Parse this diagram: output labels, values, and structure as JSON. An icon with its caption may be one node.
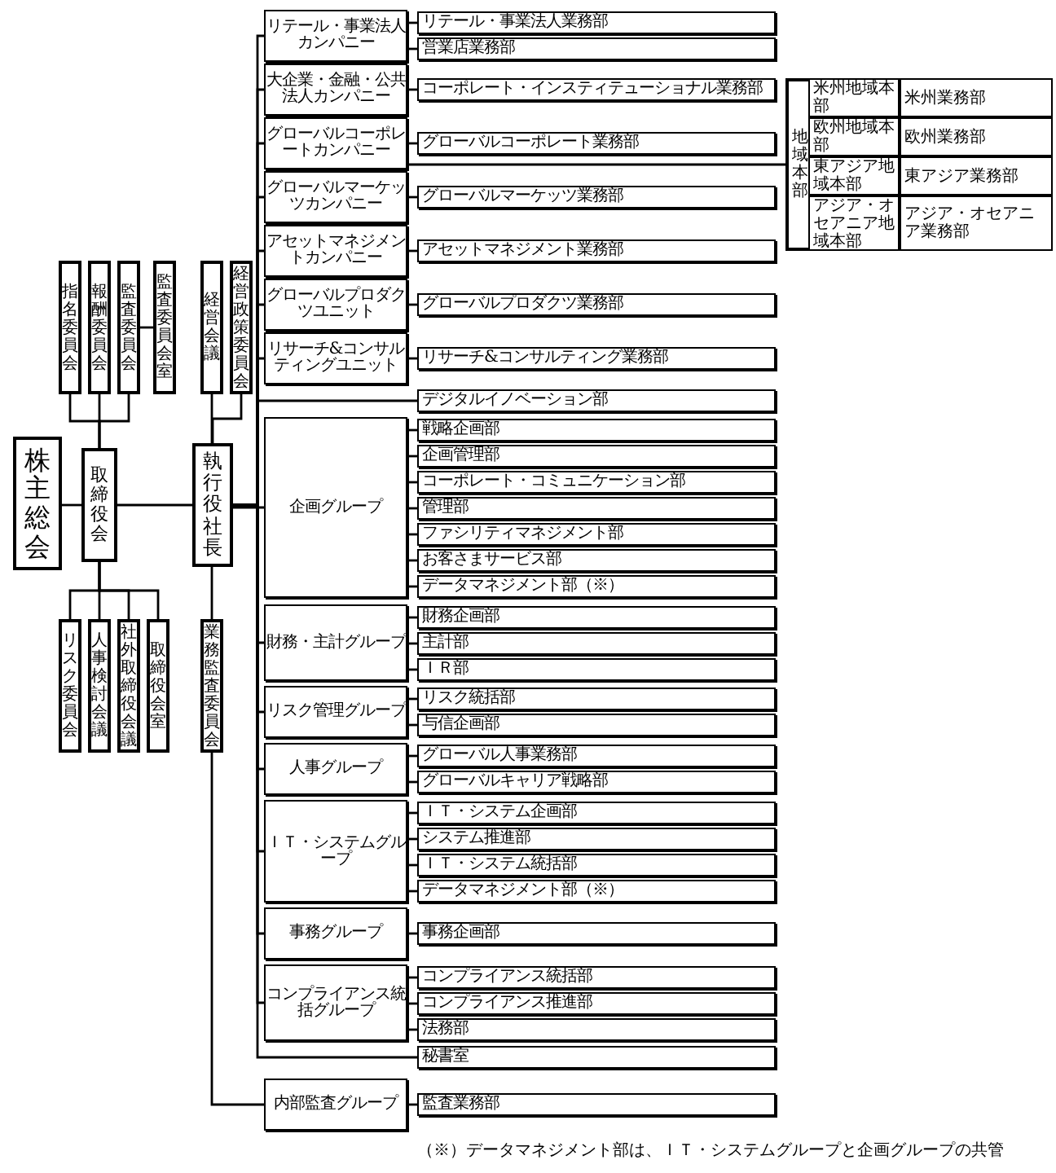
{
  "diagram": {
    "nodes": [
      {
        "text": [
          "株主総会"
        ]
      },
      {
        "text": [
          "取締役会"
        ]
      },
      {
        "text": [
          "指名委員会"
        ]
      },
      {
        "text": [
          "報酬委員会"
        ]
      },
      {
        "text": [
          "監査委員会"
        ]
      },
      {
        "text": [
          "監査委員会室"
        ]
      },
      {
        "text": [
          "リスク委員会"
        ]
      },
      {
        "text": [
          "人事検討会議"
        ]
      },
      {
        "text": [
          "社外取締役会議"
        ]
      },
      {
        "text": [
          "取締役会室"
        ]
      },
      {
        "text": [
          "執行役社長"
        ]
      },
      {
        "text": [
          "経営会議"
        ]
      },
      {
        "text": [
          "経営政策委員会"
        ]
      },
      {
        "text": [
          "業務監査委員会"
        ]
      },
      {
        "text": [
          "リテール・事業法人カンパニー"
        ]
      },
      {
        "text": [
          "リテール・事業法人業務部"
        ]
      },
      {
        "text": [
          "営業店業務部"
        ]
      },
      {
        "text": [
          "大企業・金融・公共法人カンパニー"
        ]
      },
      {
        "text": [
          "コーポレート・インスティテューショナル業務部"
        ]
      },
      {
        "text": [
          "グローバルコーポレートカンパニー"
        ]
      },
      {
        "text": [
          "グローバルコーポレート業務部"
        ]
      },
      {
        "text": [
          "地域本部"
        ]
      },
      {
        "text": [
          "米州地域本部"
        ],
        "in": 21
      },
      {
        "text": [
          "米州業務部"
        ],
        "in": 21
      },
      {
        "text": [
          "欧州地域本部"
        ],
        "in": 21
      },
      {
        "text": [
          "欧州業務部"
        ],
        "in": 21
      },
      {
        "text": [
          "東アジア地域本部"
        ],
        "in": 21
      },
      {
        "text": [
          "東アジア業務部"
        ],
        "in": 21
      },
      {
        "text": [
          "アジア・オセアニア地域本部"
        ],
        "in": 21
      },
      {
        "text": [
          "アジア・オセアニア業務部"
        ],
        "in": 21
      },
      {
        "text": [
          "グローバルマーケッツカンパニー"
        ]
      },
      {
        "text": [
          "グローバルマーケッツ業務部"
        ]
      },
      {
        "text": [
          "アセットマネジメントカンパニー"
        ]
      },
      {
        "text": [
          "アセットマネジメント業務部"
        ]
      },
      {
        "text": [
          "グローバルプロダクツユニット"
        ]
      },
      {
        "text": [
          "グローバルプロダクツ業務部"
        ]
      },
      {
        "text": [
          "リサーチ&コンサルティングユニット"
        ]
      },
      {
        "text": [
          "リサーチ&コンサルティング業務部"
        ]
      },
      {
        "text": [
          "デジタルイノベーション部"
        ]
      },
      {
        "text": [
          "企画グループ"
        ]
      },
      {
        "text": [
          "戦略企画部"
        ]
      },
      {
        "text": [
          "企画管理部"
        ]
      },
      {
        "text": [
          "コーポレート・コミュニケーション部"
        ]
      },
      {
        "text": [
          "管理部"
        ]
      },
      {
        "text": [
          "ファシリティマネジメント部"
        ]
      },
      {
        "text": [
          "お客さまサービス部"
        ]
      },
      {
        "text": [
          "データマネジメント部（※）"
        ]
      },
      {
        "text": [
          "財務・主計グループ"
        ]
      },
      {
        "text": [
          "財務企画部"
        ]
      },
      {
        "text": [
          "主計部"
        ]
      },
      {
        "text": [
          "ＩＲ部"
        ]
      },
      {
        "text": [
          "リスク管理グループ"
        ]
      },
      {
        "text": [
          "リスク統括部"
        ]
      },
      {
        "text": [
          "与信企画部"
        ]
      },
      {
        "text": [
          "人事グループ"
        ]
      },
      {
        "text": [
          "グローバル人事業務部"
        ]
      },
      {
        "text": [
          "グローバルキャリア戦略部"
        ]
      },
      {
        "text": [
          "ＩＴ・システムグループ"
        ]
      },
      {
        "text": [
          "ＩＴ・システム企画部"
        ]
      },
      {
        "text": [
          "システム推進部"
        ]
      },
      {
        "text": [
          "ＩＴ・システム統括部"
        ]
      },
      {
        "text": [
          "データマネジメント部（※）"
        ]
      },
      {
        "text": [
          "事務グループ"
        ]
      },
      {
        "text": [
          "事務企画部"
        ]
      },
      {
        "text": [
          "コンプライアンス統括グループ"
        ]
      },
      {
        "text": [
          "コンプライアンス統括部"
        ]
      },
      {
        "text": [
          "コンプライアンス推進部"
        ]
      },
      {
        "text": [
          "法務部"
        ]
      },
      {
        "text": [
          "秘書室"
        ]
      },
      {
        "text": [
          "内部監査グループ"
        ]
      },
      {
        "text": [
          "監査業務部"
        ]
      }
    ],
    "edges": [
      {
        "from": 0,
        "to": 1,
        "arrow": "none"
      },
      {
        "from": 1,
        "to": 2,
        "arrow": "none"
      },
      {
        "from": 1,
        "to": 3,
        "arrow": "none"
      },
      {
        "from": 1,
        "to": 4,
        "arrow": "none"
      },
      {
        "from": 4,
        "to": 5,
        "arrow": "none"
      },
      {
        "from": 1,
        "to": 6,
        "arrow": "none"
      },
      {
        "from": 1,
        "to": 7,
        "arrow": "none"
      },
      {
        "from": 1,
        "to": 8,
        "arrow": "none"
      },
      {
        "from": 1,
        "to": 9,
        "arrow": "none"
      },
      {
        "from": 1,
        "to": 10,
        "arrow": "none"
      },
      {
        "from": 10,
        "to": 11,
        "arrow": "none"
      },
      {
        "from": 10,
        "to": 12,
        "arrow": "none"
      },
      {
        "from": 10,
        "to": 13,
        "arrow": "none"
      },
      {
        "from": 13,
        "to": 69,
        "arrow": "none"
      },
      {
        "from": 10,
        "to": 14,
        "arrow": "none"
      },
      {
        "from": 10,
        "to": 17,
        "arrow": "none"
      },
      {
        "from": 10,
        "to": 19,
        "arrow": "none"
      },
      {
        "from": 10,
        "to": 30,
        "arrow": "none"
      },
      {
        "from": 10,
        "to": 32,
        "arrow": "none"
      },
      {
        "from": 10,
        "to": 34,
        "arrow": "none"
      },
      {
        "from": 10,
        "to": 36,
        "arrow": "none"
      },
      {
        "from": 10,
        "to": 38,
        "arrow": "none"
      },
      {
        "from": 10,
        "to": 39,
        "arrow": "none"
      },
      {
        "from": 10,
        "to": 47,
        "arrow": "none"
      },
      {
        "from": 10,
        "to": 51,
        "arrow": "none"
      },
      {
        "from": 10,
        "to": 54,
        "arrow": "none"
      },
      {
        "from": 10,
        "to": 57,
        "arrow": "none"
      },
      {
        "from": 10,
        "to": 62,
        "arrow": "none"
      },
      {
        "from": 10,
        "to": 64,
        "arrow": "none"
      },
      {
        "from": 10,
        "to": 68,
        "arrow": "none"
      },
      {
        "from": 14,
        "to": 15,
        "arrow": "none"
      },
      {
        "from": 14,
        "to": 16,
        "arrow": "none"
      },
      {
        "from": 17,
        "to": 18,
        "arrow": "none"
      },
      {
        "from": 19,
        "to": 20,
        "arrow": "none"
      },
      {
        "from": 19,
        "to": 21,
        "arrow": "none"
      },
      {
        "from": 30,
        "to": 31,
        "arrow": "none"
      },
      {
        "from": 32,
        "to": 33,
        "arrow": "none"
      },
      {
        "from": 34,
        "to": 35,
        "arrow": "none"
      },
      {
        "from": 36,
        "to": 37,
        "arrow": "none"
      },
      {
        "from": 39,
        "to": 40,
        "arrow": "none"
      },
      {
        "from": 39,
        "to": 41,
        "arrow": "none"
      },
      {
        "from": 39,
        "to": 42,
        "arrow": "none"
      },
      {
        "from": 39,
        "to": 43,
        "arrow": "none"
      },
      {
        "from": 39,
        "to": 44,
        "arrow": "none"
      },
      {
        "from": 39,
        "to": 45,
        "arrow": "none"
      },
      {
        "from": 39,
        "to": 46,
        "arrow": "none"
      },
      {
        "from": 47,
        "to": 48,
        "arrow": "none"
      },
      {
        "from": 47,
        "to": 49,
        "arrow": "none"
      },
      {
        "from": 47,
        "to": 50,
        "arrow": "none"
      },
      {
        "from": 51,
        "to": 52,
        "arrow": "none"
      },
      {
        "from": 51,
        "to": 53,
        "arrow": "none"
      },
      {
        "from": 54,
        "to": 55,
        "arrow": "none"
      },
      {
        "from": 54,
        "to": 56,
        "arrow": "none"
      },
      {
        "from": 57,
        "to": 58,
        "arrow": "none"
      },
      {
        "from": 57,
        "to": 59,
        "arrow": "none"
      },
      {
        "from": 57,
        "to": 60,
        "arrow": "none"
      },
      {
        "from": 57,
        "to": 61,
        "arrow": "none"
      },
      {
        "from": 62,
        "to": 63,
        "arrow": "none"
      },
      {
        "from": 64,
        "to": 65,
        "arrow": "none"
      },
      {
        "from": 64,
        "to": 66,
        "arrow": "none"
      },
      {
        "from": 64,
        "to": 67,
        "arrow": "none"
      },
      {
        "from": 69,
        "to": 70,
        "arrow": "none"
      }
    ],
    "labels": [
      "（※）データマネジメント部は、ＩＴ・システムグループと企画グループの共管"
    ]
  }
}
